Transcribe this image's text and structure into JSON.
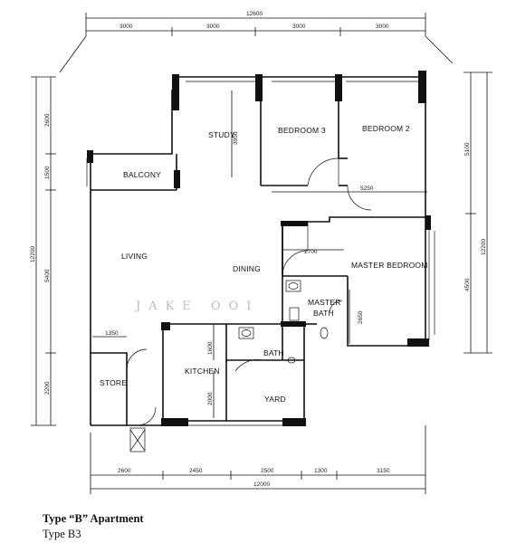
{
  "title": "Type “B” Apartment",
  "subtitle": "Type B3",
  "watermark": "JAKE OOI",
  "rooms": {
    "study": "STUDY",
    "bedroom3": "BEDROOM 3",
    "bedroom2": "BEDROOM 2",
    "balcony": "BALCONY",
    "living": "LIVING",
    "dining": "DINING",
    "master_bedroom": "MASTER BEDROOM",
    "master_bath_1": "MASTER",
    "master_bath_2": "BATH",
    "bath": "BATH",
    "kitchen": "KITCHEN",
    "store": "STORE",
    "yard": "YARD"
  },
  "dims": {
    "top_total": "12600",
    "top_1": "3000",
    "top_2": "3000",
    "top_3": "3000",
    "top_4": "3000",
    "bottom_1": "2600",
    "bottom_2": "2450",
    "bottom_3": "2500",
    "bottom_4": "1300",
    "bottom_5": "3150",
    "bottom_total": "12000",
    "left_1": "2600",
    "left_2": "1500",
    "left_3": "5400",
    "left_4": "2200",
    "left_total": "12200",
    "right_1": "5100",
    "right_2": "4500",
    "right_total": "12200",
    "int_study": "3950",
    "int_corridor": "5250",
    "int_2700": "2700",
    "int_2650": "2650",
    "int_1350": "1350",
    "int_1600": "1600",
    "int_2000": "2000"
  }
}
